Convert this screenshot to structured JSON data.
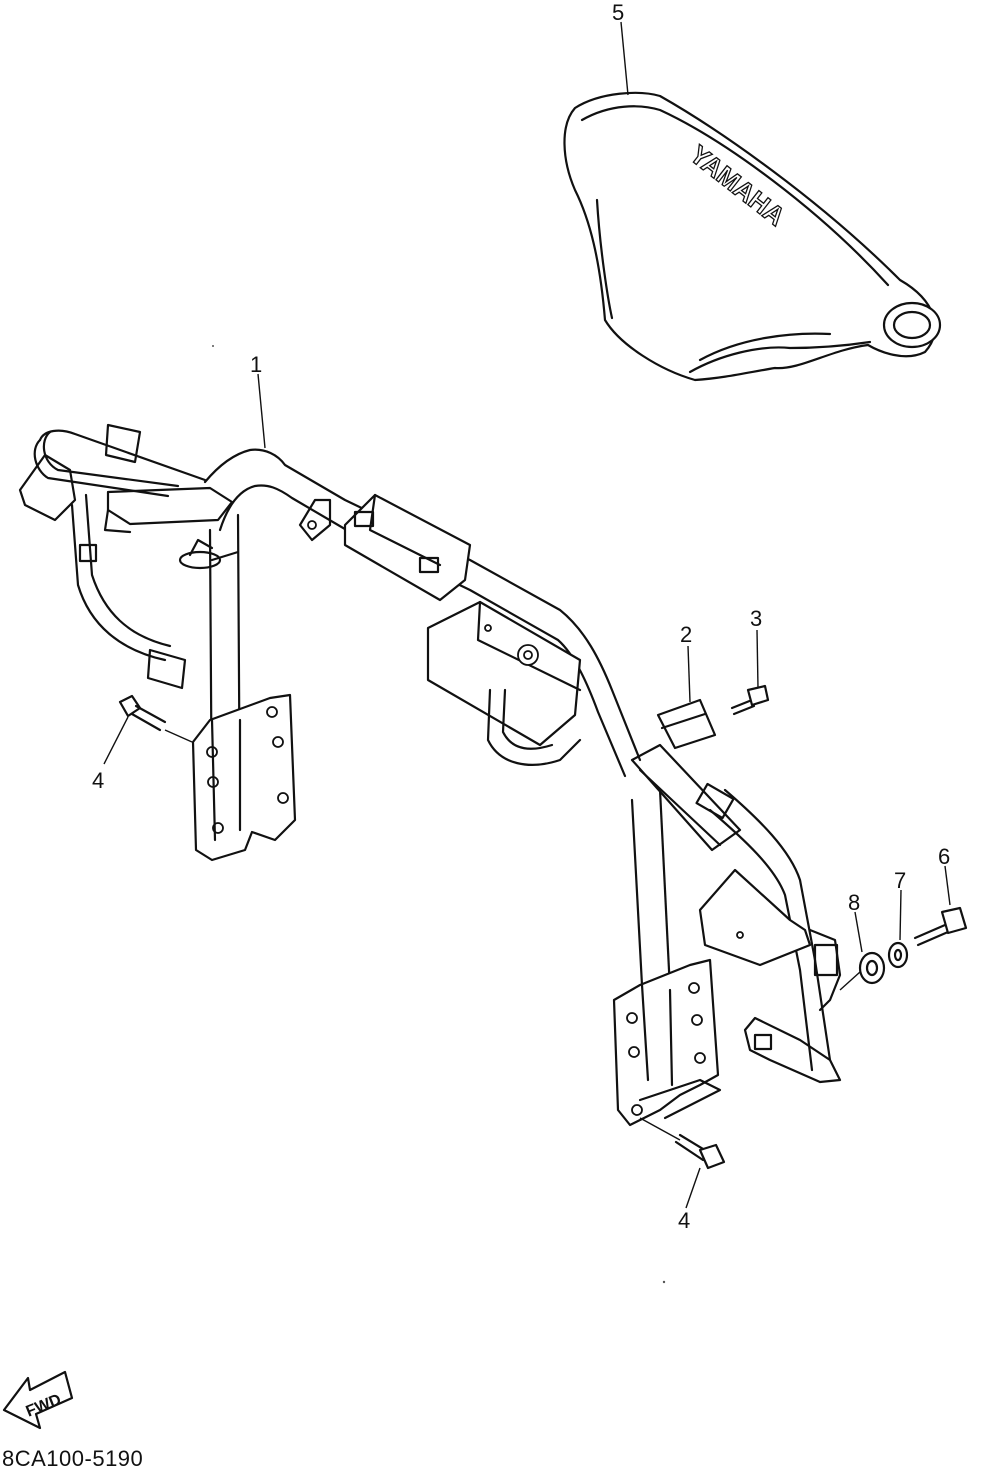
{
  "diagram": {
    "ref_code": "8CA100-5190",
    "fwd_label": "FWD",
    "seat_brand": "YAMAHA",
    "callouts": [
      {
        "id": "1",
        "label": "1"
      },
      {
        "id": "2",
        "label": "2"
      },
      {
        "id": "3",
        "label": "3"
      },
      {
        "id": "4a",
        "label": "4"
      },
      {
        "id": "4b",
        "label": "4"
      },
      {
        "id": "5",
        "label": "5"
      },
      {
        "id": "6",
        "label": "6"
      },
      {
        "id": "7",
        "label": "7"
      },
      {
        "id": "8",
        "label": "8"
      }
    ]
  }
}
